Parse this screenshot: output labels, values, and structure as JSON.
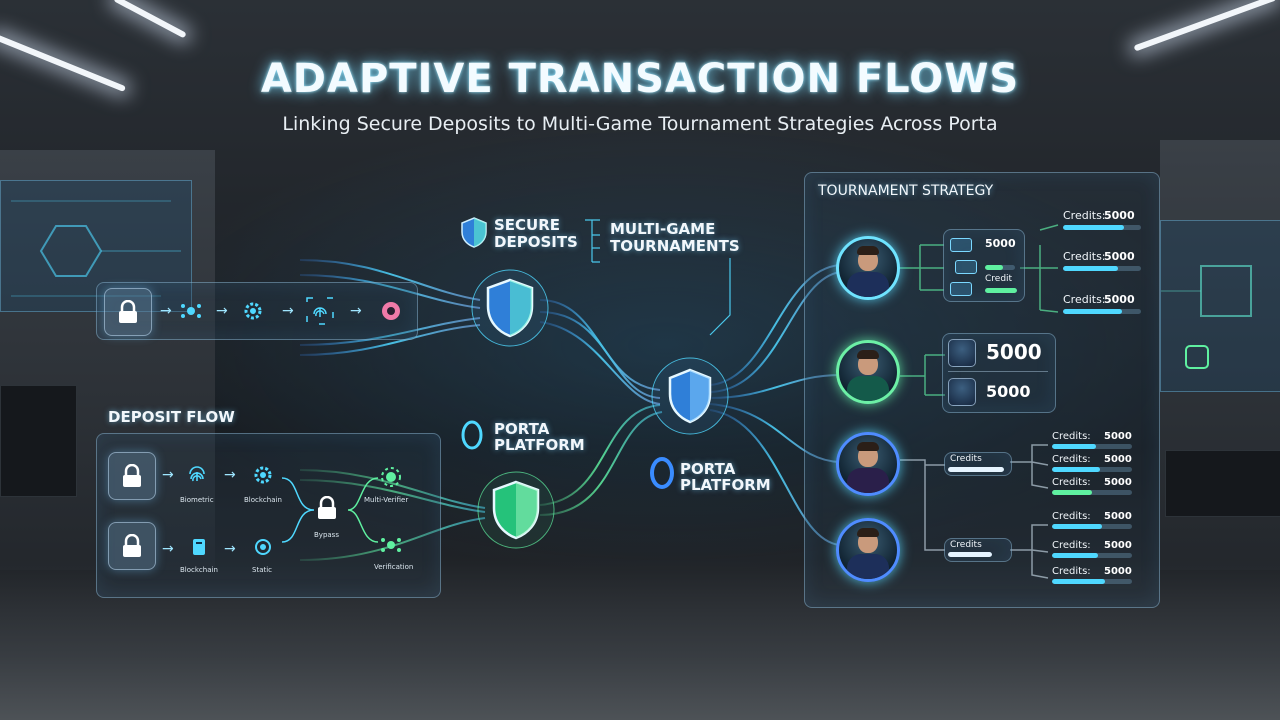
{
  "title": "ADAPTIVE TRANSACTION FLOWS",
  "subtitle": "Linking Secure Deposits to Multi-Game Tournament Strategies Across Porta",
  "labels": {
    "secure_deposits_1": "SECURE",
    "secure_deposits_2": "DEPOSITS",
    "multi_game_1": "MULTI-GAME",
    "multi_game_2": "TOURNAMENTS",
    "porta_1a": "PORTA",
    "porta_1b": "PLATFORM",
    "porta_2a": "PORTA",
    "porta_2b": "PLATFORM",
    "deposit_flow": "DEPOSIT FLOW",
    "tournament_strategy": "TOURNAMENT STRATEGY"
  },
  "deposit_nodes": {
    "biometric": "Biometric",
    "blockchain_1": "Blockchain",
    "bypass": "Bypass",
    "multi_verifier": "Multi-Verifier",
    "blockchain_2": "Blockchain",
    "static": "Static",
    "verification": "Verification"
  },
  "strategy": {
    "group1": {
      "slot_values": [
        "5000",
        "",
        "Credit"
      ],
      "credits": [
        {
          "label": "Credits:",
          "value": "5000",
          "fill": 0.78
        },
        {
          "label": "Credits:",
          "value": "5000",
          "fill": 0.7
        },
        {
          "label": "Credits:",
          "value": "5000",
          "fill": 0.75
        }
      ]
    },
    "group2": {
      "value_a": "5000",
      "value_b": "5000"
    },
    "group3": {
      "credits_label_a": "Credits",
      "credits_label_b": "Credits",
      "credits": [
        {
          "label": "Credits:",
          "value": "5000",
          "fill": 0.55
        },
        {
          "label": "Credits:",
          "value": "5000",
          "fill": 0.6
        },
        {
          "label": "Credits:",
          "value": "5000",
          "fill": 0.5
        },
        {
          "label": "Credits:",
          "value": "5000",
          "fill": 0.62
        },
        {
          "label": "Credits:",
          "value": "5000",
          "fill": 0.58
        },
        {
          "label": "Credits:",
          "value": "5000",
          "fill": 0.66
        }
      ]
    }
  },
  "colors": {
    "cyan": "#4fd8ff",
    "blue": "#3a8cff",
    "green": "#5ff0a0",
    "shield_blue": "#2f7fd8",
    "shield_green": "#25c27a"
  },
  "icons": [
    "lock-icon",
    "network-icon",
    "gear-icon",
    "fingerprint-icon",
    "flower-icon",
    "shield-icon",
    "document-icon",
    "portal-ring-icon",
    "avatar"
  ]
}
